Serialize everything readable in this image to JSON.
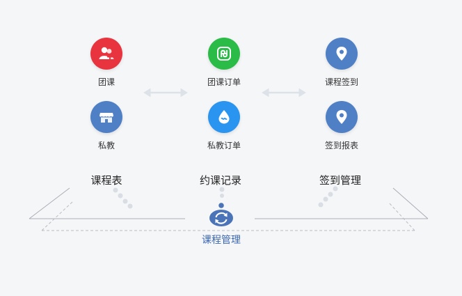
{
  "nodes": {
    "group_class": {
      "label": "团课",
      "color": "#e8343f",
      "icon": "group-people-icon"
    },
    "group_order": {
      "label": "团课订单",
      "color": "#2bbb47",
      "icon": "group-order-icon"
    },
    "class_checkin": {
      "label": "课程签到",
      "color": "#4f7fc5",
      "icon": "location-pin-icon"
    },
    "private_class": {
      "label": "私教",
      "color": "#4f7fc5",
      "icon": "store-icon"
    },
    "private_order": {
      "label": "私教订单",
      "color": "#2a95f0",
      "icon": "water-drop-icon"
    },
    "checkin_report": {
      "label": "签到报表",
      "color": "#4f7fc5",
      "icon": "location-pin-icon"
    }
  },
  "sections": {
    "schedule": "课程表",
    "booking_records": "约课记录",
    "checkin_management": "签到管理"
  },
  "hub": {
    "label": "课程管理",
    "color": "#4b74b8",
    "icon": "refresh-cycle-icon"
  },
  "colors": {
    "connector": "#dde1e8",
    "outline": "#a9adb5",
    "background": "#f5f6f8"
  }
}
